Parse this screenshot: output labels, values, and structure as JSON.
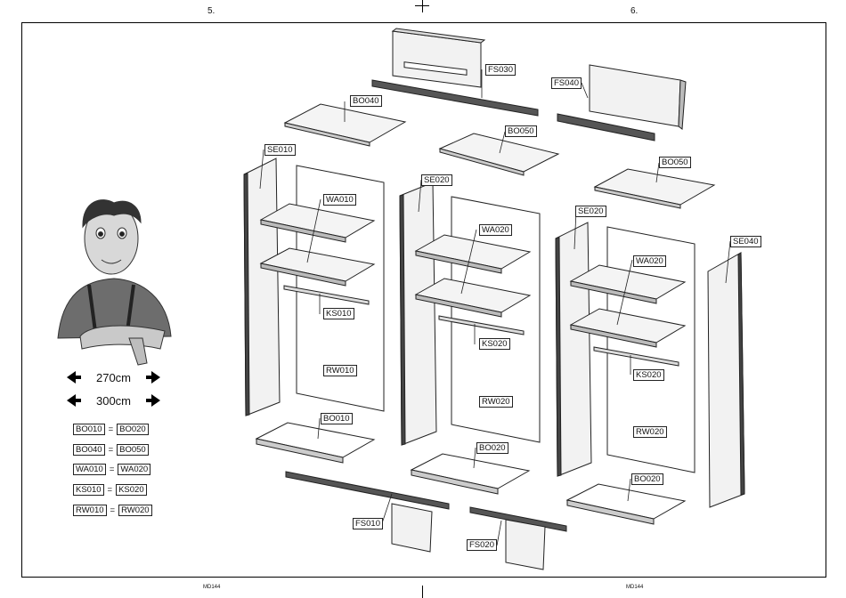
{
  "page_numbers": {
    "left": "5.",
    "right": "6."
  },
  "footer": {
    "left": "MD144",
    "right": "MD144"
  },
  "dimensions": [
    {
      "label": "270cm"
    },
    {
      "label": "300cm"
    }
  ],
  "equivalences": [
    {
      "a": "BO010",
      "eq": "=",
      "b": "BO020"
    },
    {
      "a": "BO040",
      "eq": "=",
      "b": "BO050"
    },
    {
      "a": "WA010",
      "eq": "=",
      "b": "WA020"
    },
    {
      "a": "KS010",
      "eq": "=",
      "b": "KS020"
    },
    {
      "a": "RW010",
      "eq": "=",
      "b": "RW020"
    }
  ],
  "part_labels": {
    "fs030": "FS030",
    "fs040": "FS040",
    "bo040": "BO040",
    "bo050a": "BO050",
    "bo050b": "BO050",
    "se010": "SE010",
    "se020a": "SE020",
    "se020b": "SE020",
    "se040": "SE040",
    "wa010": "WA010",
    "wa020a": "WA020",
    "wa020b": "WA020",
    "ks010": "KS010",
    "ks020a": "KS020",
    "ks020b": "KS020",
    "rw010": "RW010",
    "rw020a": "RW020",
    "rw020b": "RW020",
    "bo010": "BO010",
    "bo020a": "BO020",
    "bo020b": "BO020",
    "fs010": "FS010",
    "fs020": "FS020"
  }
}
